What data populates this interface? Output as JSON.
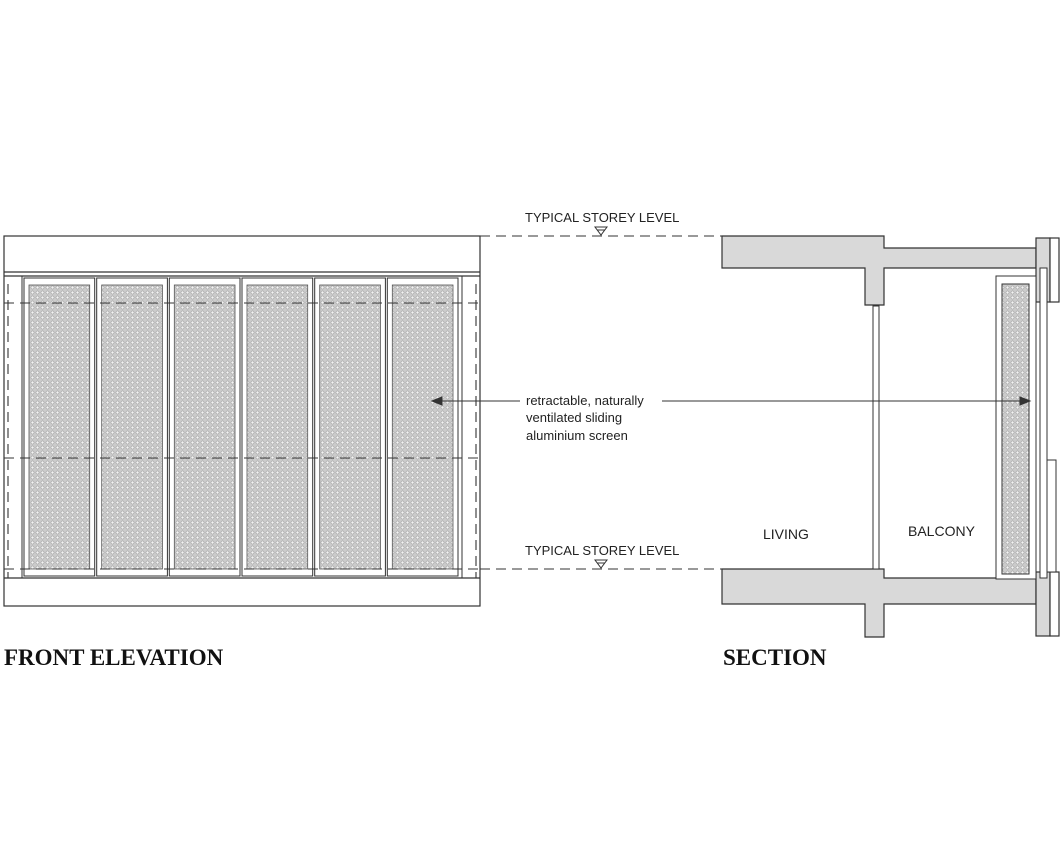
{
  "levels": {
    "upper": "TYPICAL STOREY LEVEL",
    "lower": "TYPICAL STOREY LEVEL"
  },
  "callout": {
    "lines": [
      "retractable, naturally",
      "ventilated sliding",
      "aluminium screen"
    ]
  },
  "rooms": {
    "living": "LIVING",
    "balcony": "BALCONY"
  },
  "titles": {
    "front_elevation": "FRONT ELEVATION",
    "section": "SECTION"
  },
  "elevation": {
    "screen_panel_count": 6
  },
  "colors": {
    "line": "#333333",
    "slab_fill": "#d9d9d9",
    "screen_fill": "#c9c9c9",
    "perforation": "#8f8f8f"
  }
}
